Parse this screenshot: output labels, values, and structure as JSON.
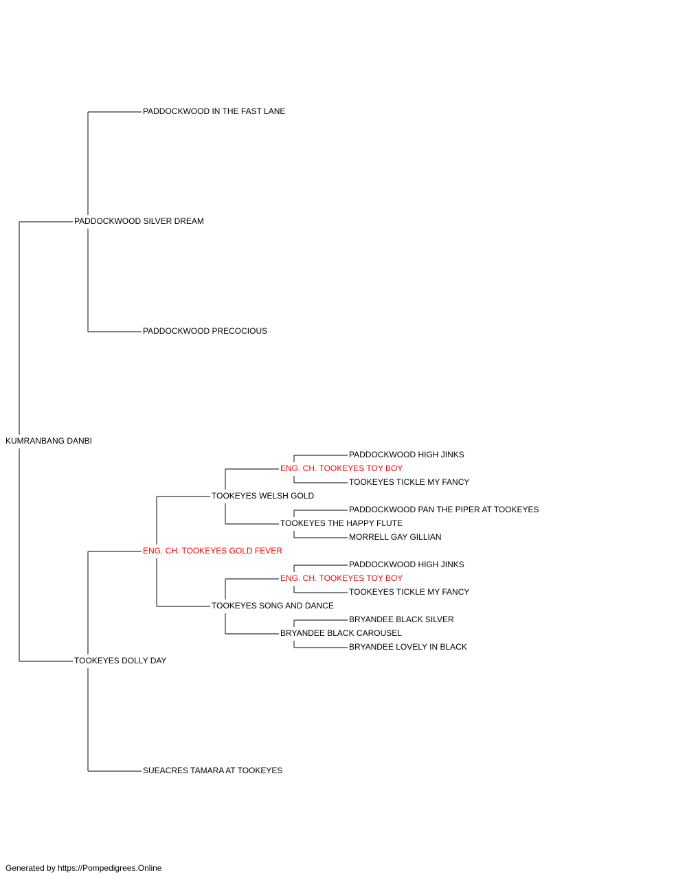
{
  "colors": {
    "line": "#333333",
    "text": "#000000",
    "champion": "#ff0000"
  },
  "pedigree": {
    "name": "KUMRANBANG DANBI",
    "champion": false,
    "sire": {
      "name": "PADDOCKWOOD SILVER DREAM",
      "champion": false,
      "sire": {
        "name": "PADDOCKWOOD IN THE FAST LANE",
        "champion": false
      },
      "dam": {
        "name": "PADDOCKWOOD PRECOCIOUS",
        "champion": false
      }
    },
    "dam": {
      "name": "TOOKEYES DOLLY DAY",
      "champion": false,
      "sire": {
        "name": "ENG. CH. TOOKEYES GOLD FEVER",
        "champion": true,
        "sire": {
          "name": "TOOKEYES WELSH GOLD",
          "champion": false,
          "sire": {
            "name": "ENG. CH. TOOKEYES TOY BOY",
            "champion": true,
            "sire": {
              "name": "PADDOCKWOOD HIGH JINKS",
              "champion": false
            },
            "dam": {
              "name": "TOOKEYES TICKLE MY FANCY",
              "champion": false
            }
          },
          "dam": {
            "name": "TOOKEYES THE HAPPY FLUTE",
            "champion": false,
            "sire": {
              "name": "PADDOCKWOOD PAN THE PIPER AT TOOKEYES",
              "champion": false
            },
            "dam": {
              "name": "MORRELL GAY GILLIAN",
              "champion": false
            }
          }
        },
        "dam": {
          "name": "TOOKEYES SONG AND DANCE",
          "champion": false,
          "sire": {
            "name": "ENG. CH. TOOKEYES TOY BOY",
            "champion": true,
            "sire": {
              "name": "PADDOCKWOOD HIGH JINKS",
              "champion": false
            },
            "dam": {
              "name": "TOOKEYES TICKLE MY FANCY",
              "champion": false
            }
          },
          "dam": {
            "name": "BRYANDEE BLACK CAROUSEL",
            "champion": false,
            "sire": {
              "name": "BRYANDEE BLACK SILVER",
              "champion": false
            },
            "dam": {
              "name": "BRYANDEE LOVELY IN BLACK",
              "champion": false
            }
          }
        }
      },
      "dam": {
        "name": "SUEACRES TAMARA AT TOOKEYES",
        "champion": false
      }
    }
  },
  "footer": {
    "text": "Generated by https://Pompedigrees.Online"
  }
}
